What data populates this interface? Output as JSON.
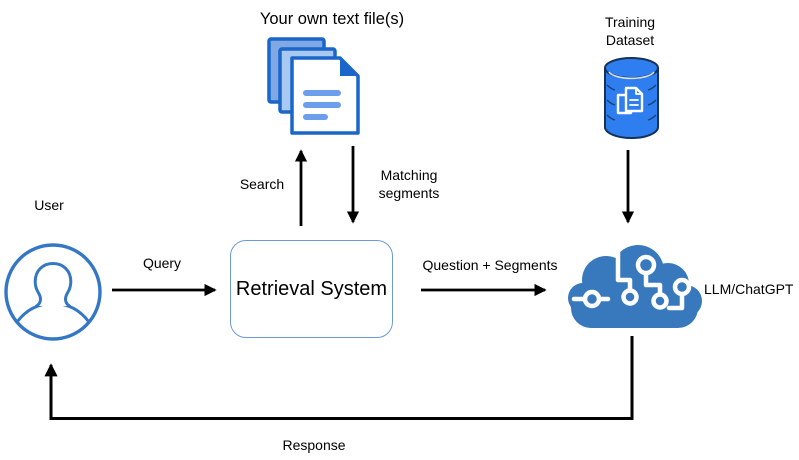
{
  "nodes": {
    "text_files": {
      "label": "Your own text file(s)"
    },
    "training_dataset": {
      "label": "Training Dataset"
    },
    "user": {
      "label": "User"
    },
    "retrieval_system": {
      "label": "Retrieval System"
    },
    "llm": {
      "label": "LLM/ChatGPT"
    }
  },
  "edges": {
    "query": {
      "label": "Query"
    },
    "search": {
      "label": "Search"
    },
    "matching_segments": {
      "label": "Matching segments"
    },
    "question_segments": {
      "label": "Question + Segments"
    },
    "response": {
      "label": "Response"
    }
  },
  "colors": {
    "arrow": "#000000",
    "box_border": "#6B9BD2",
    "user_blue": "#3377C5",
    "cloud_blue": "#3879BE",
    "cylinder_blue": "#2E7EF0",
    "cylinder_outline": "#14325A",
    "doc_border": "#1A66C9",
    "doc_back_fill": "#7FA8E4",
    "doc_mid_fill": "#A9C9F2",
    "doc_line": "#6D9EEB"
  }
}
